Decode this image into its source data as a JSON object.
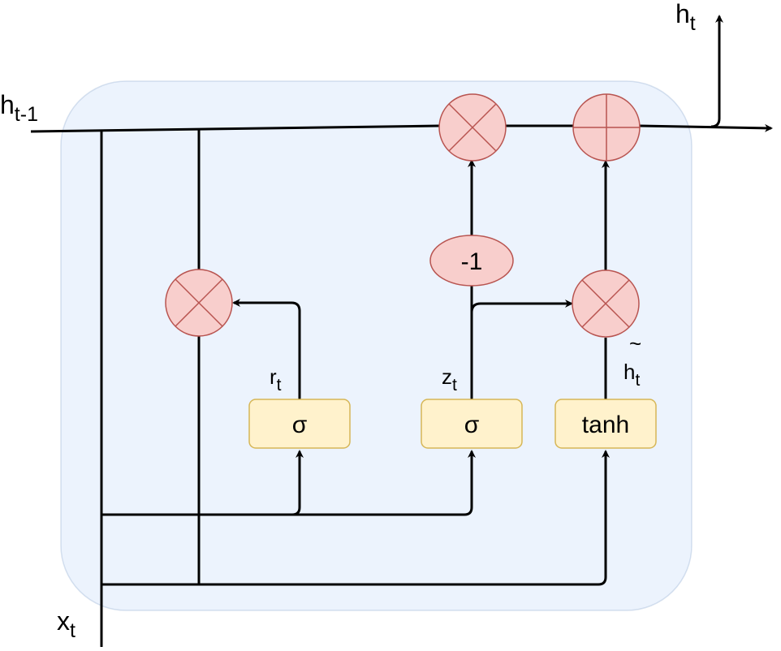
{
  "inputs": {
    "h_prev": {
      "base": "h",
      "sub": "t-1"
    },
    "x": {
      "base": "x",
      "sub": "t"
    }
  },
  "output": {
    "base": "h",
    "sub": "t"
  },
  "gates": {
    "reset": {
      "symbol": "σ",
      "label_base": "r",
      "label_sub": "t"
    },
    "update": {
      "symbol": "σ",
      "label_base": "z",
      "label_sub": "t"
    },
    "candidate": {
      "symbol": "tanh",
      "label_tilde": "~",
      "label_base": "h",
      "label_sub": "t"
    }
  },
  "negate_node": {
    "label": "-1"
  },
  "colors": {
    "cell_background": "#dae8fc",
    "operator_fill": "#f8cecc",
    "operator_stroke": "#b85450",
    "gate_fill": "#fff2cc",
    "gate_stroke": "#d6b656"
  }
}
